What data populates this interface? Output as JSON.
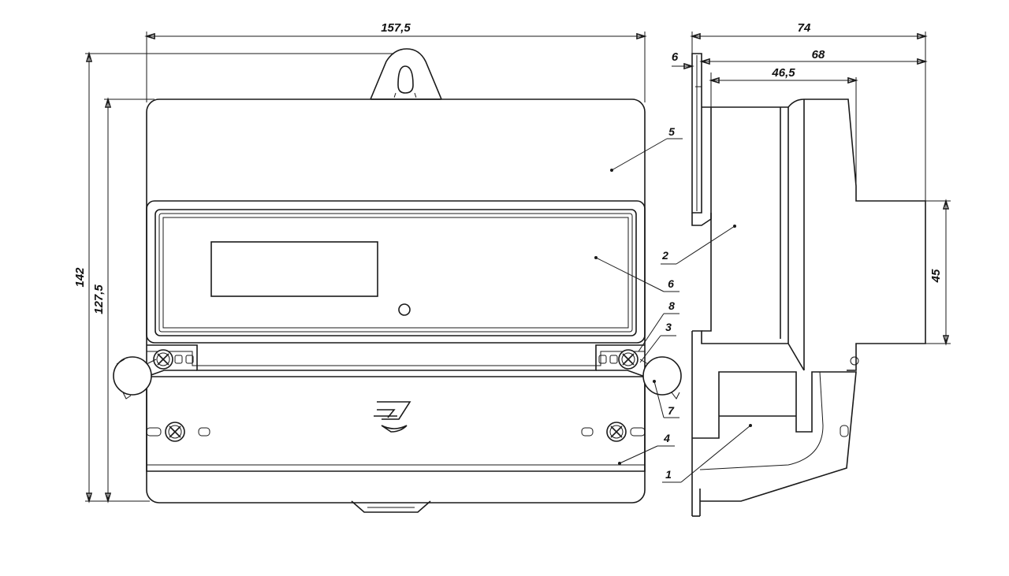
{
  "dimensions": {
    "overall_width": "157,5",
    "overall_height": "142",
    "body_height": "127,5",
    "side_depth_total": "74",
    "side_depth_68": "68",
    "bracket_thickness": "6",
    "side_depth_46_5": "46,5",
    "din_rail_height": "45"
  },
  "callouts": {
    "c1": "1",
    "c2": "2",
    "c3": "3",
    "c4": "4",
    "c5": "5",
    "c6": "6",
    "c7": "7",
    "c8": "8"
  },
  "colors": {
    "line": "#1a1a1a",
    "background": "#ffffff"
  }
}
